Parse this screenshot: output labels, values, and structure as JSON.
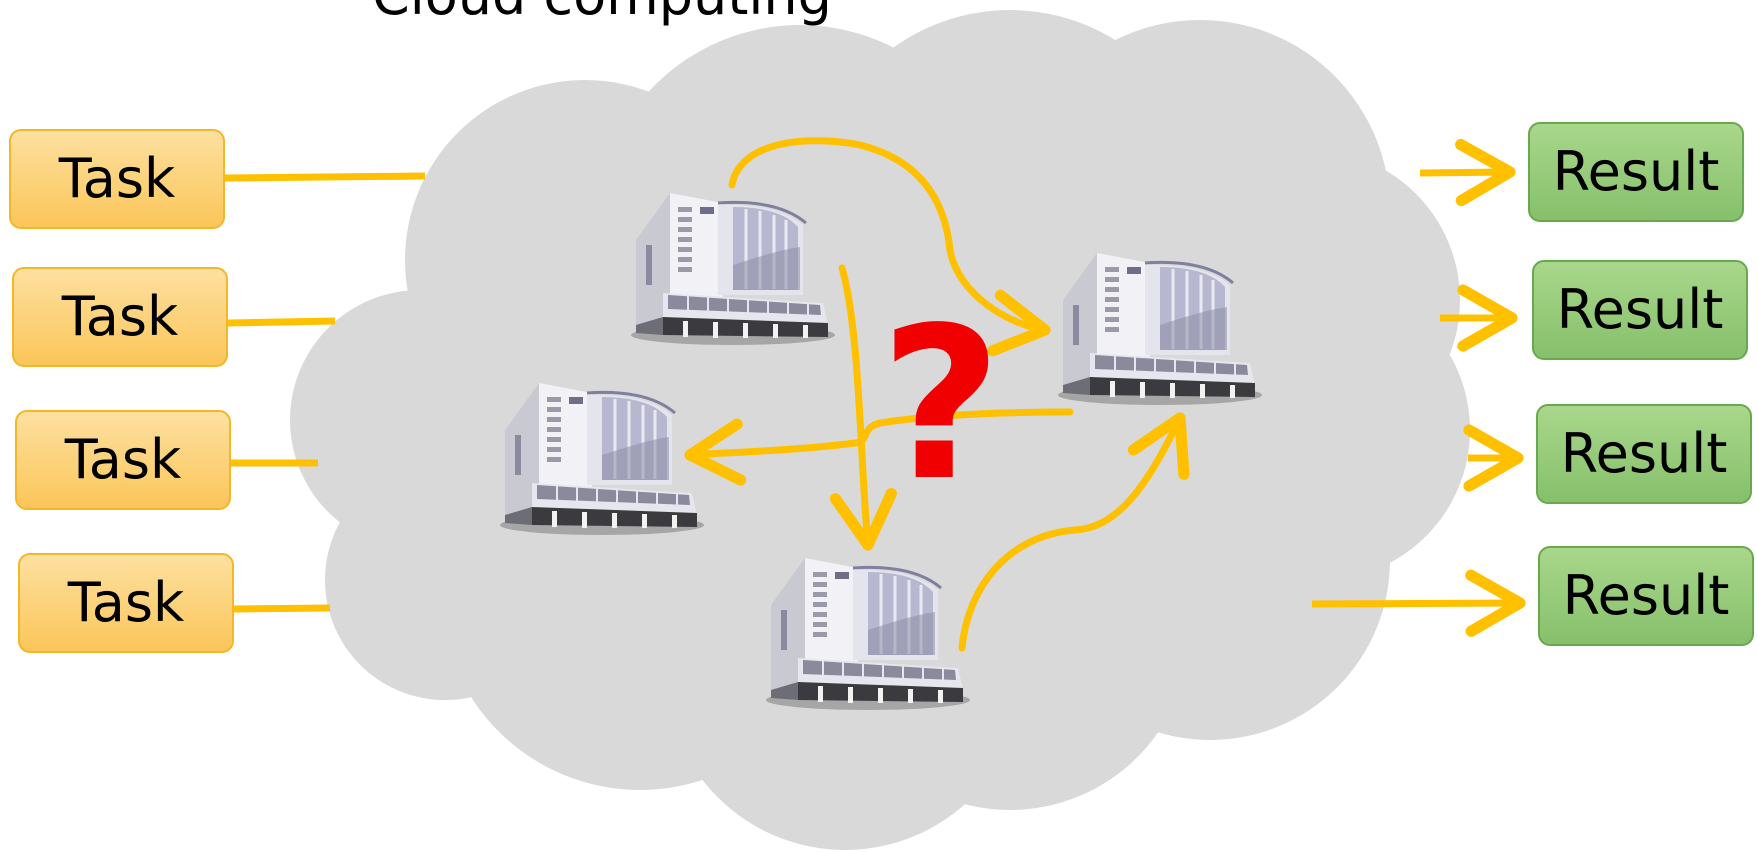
{
  "title": "Cloud computing",
  "tasks": [
    {
      "label": "Task"
    },
    {
      "label": "Task"
    },
    {
      "label": "Task"
    },
    {
      "label": "Task"
    }
  ],
  "results": [
    {
      "label": "Result"
    },
    {
      "label": "Result"
    },
    {
      "label": "Result"
    },
    {
      "label": "Result"
    }
  ],
  "question_mark": "?",
  "colors": {
    "cloud": "#d9d9d9",
    "arrow": "#ffc000",
    "task_fill": "#fbc659",
    "result_fill": "#86c06b",
    "question": "#f00000"
  },
  "icons": [
    "datacenter-building-icon"
  ]
}
